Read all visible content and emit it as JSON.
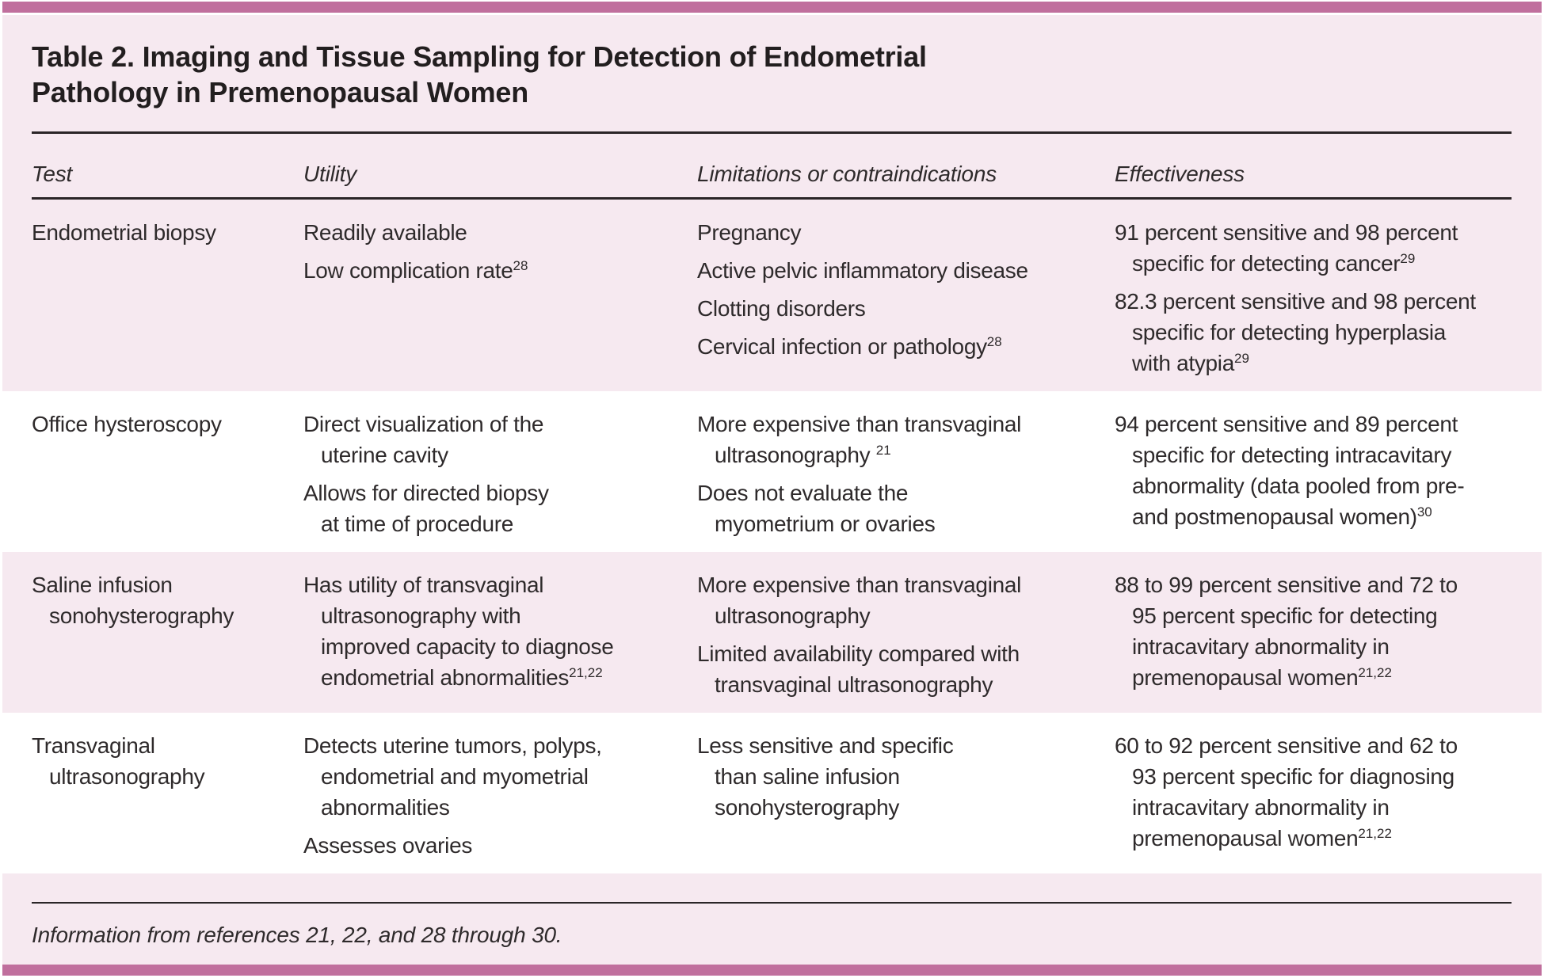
{
  "title": "Table 2. Imaging and Tissue Sampling for Detection of Endometrial\nPathology in Premenopausal Women",
  "columns": [
    {
      "key": "test",
      "label": "Test"
    },
    {
      "key": "utility",
      "label": "Utility"
    },
    {
      "key": "limitations",
      "label": "Limitations or contraindications"
    },
    {
      "key": "effectiveness",
      "label": "Effectiveness"
    }
  ],
  "rows": [
    {
      "bg": "pink",
      "cells": {
        "test": [
          "Endometrial biopsy"
        ],
        "utility": [
          "Readily available",
          "Low complication rate^{28}"
        ],
        "limitations": [
          "Pregnancy",
          "Active pelvic inflammatory disease",
          "Clotting disorders",
          "Cervical infection or pathology^{28}"
        ],
        "effectiveness": [
          "91 percent sensitive and 98 percent\nspecific for detecting cancer^{29}",
          "82.3 percent sensitive and 98 percent\nspecific for detecting hyperplasia\nwith atypia^{29}"
        ]
      }
    },
    {
      "bg": "white",
      "cells": {
        "test": [
          "Office hysteroscopy"
        ],
        "utility": [
          "Direct visualization of the\nuterine cavity",
          "Allows for directed biopsy\nat time of procedure"
        ],
        "limitations": [
          "More expensive than transvaginal\nultrasonography ^{21}",
          "Does not evaluate the\nmyometrium or ovaries"
        ],
        "effectiveness": [
          "94 percent sensitive and 89 percent\nspecific for detecting intracavitary\nabnormality (data pooled from pre-\nand postmenopausal women)^{30}"
        ]
      }
    },
    {
      "bg": "pink",
      "cells": {
        "test": [
          "Saline infusion\nsonohysterography"
        ],
        "utility": [
          "Has utility of transvaginal\nultrasonography with\nimproved capacity to diagnose\nendometrial abnormalities^{21,22}"
        ],
        "limitations": [
          "More expensive than transvaginal\nultrasonography",
          "Limited availability compared with\ntransvaginal ultrasonography"
        ],
        "effectiveness": [
          "88 to 99 percent sensitive and 72 to\n95 percent specific for detecting\nintracavitary abnormality in\npremenopausal women^{21,22}"
        ]
      }
    },
    {
      "bg": "white",
      "cells": {
        "test": [
          "Transvaginal\nultrasonography"
        ],
        "utility": [
          "Detects uterine tumors, polyps,\nendometrial and myometrial\nabnormalities",
          "Assesses ovaries"
        ],
        "limitations": [
          "Less sensitive and specific\nthan saline infusion\nsonohysterography"
        ],
        "effectiveness": [
          "60 to 92 percent sensitive and 62 to\n93 percent specific for diagnosing\nintracavitary abnormality in\npremenopausal women^{21,22}"
        ]
      }
    }
  ],
  "footnote": "Information from references 21, 22, and 28 through 30.",
  "colors": {
    "accent_bar": "#c06f9d",
    "panel_bg": "#f6e9f0",
    "row_alt_bg": "#ffffff",
    "rule": "#2a2527",
    "text": "#2e2a2b"
  }
}
